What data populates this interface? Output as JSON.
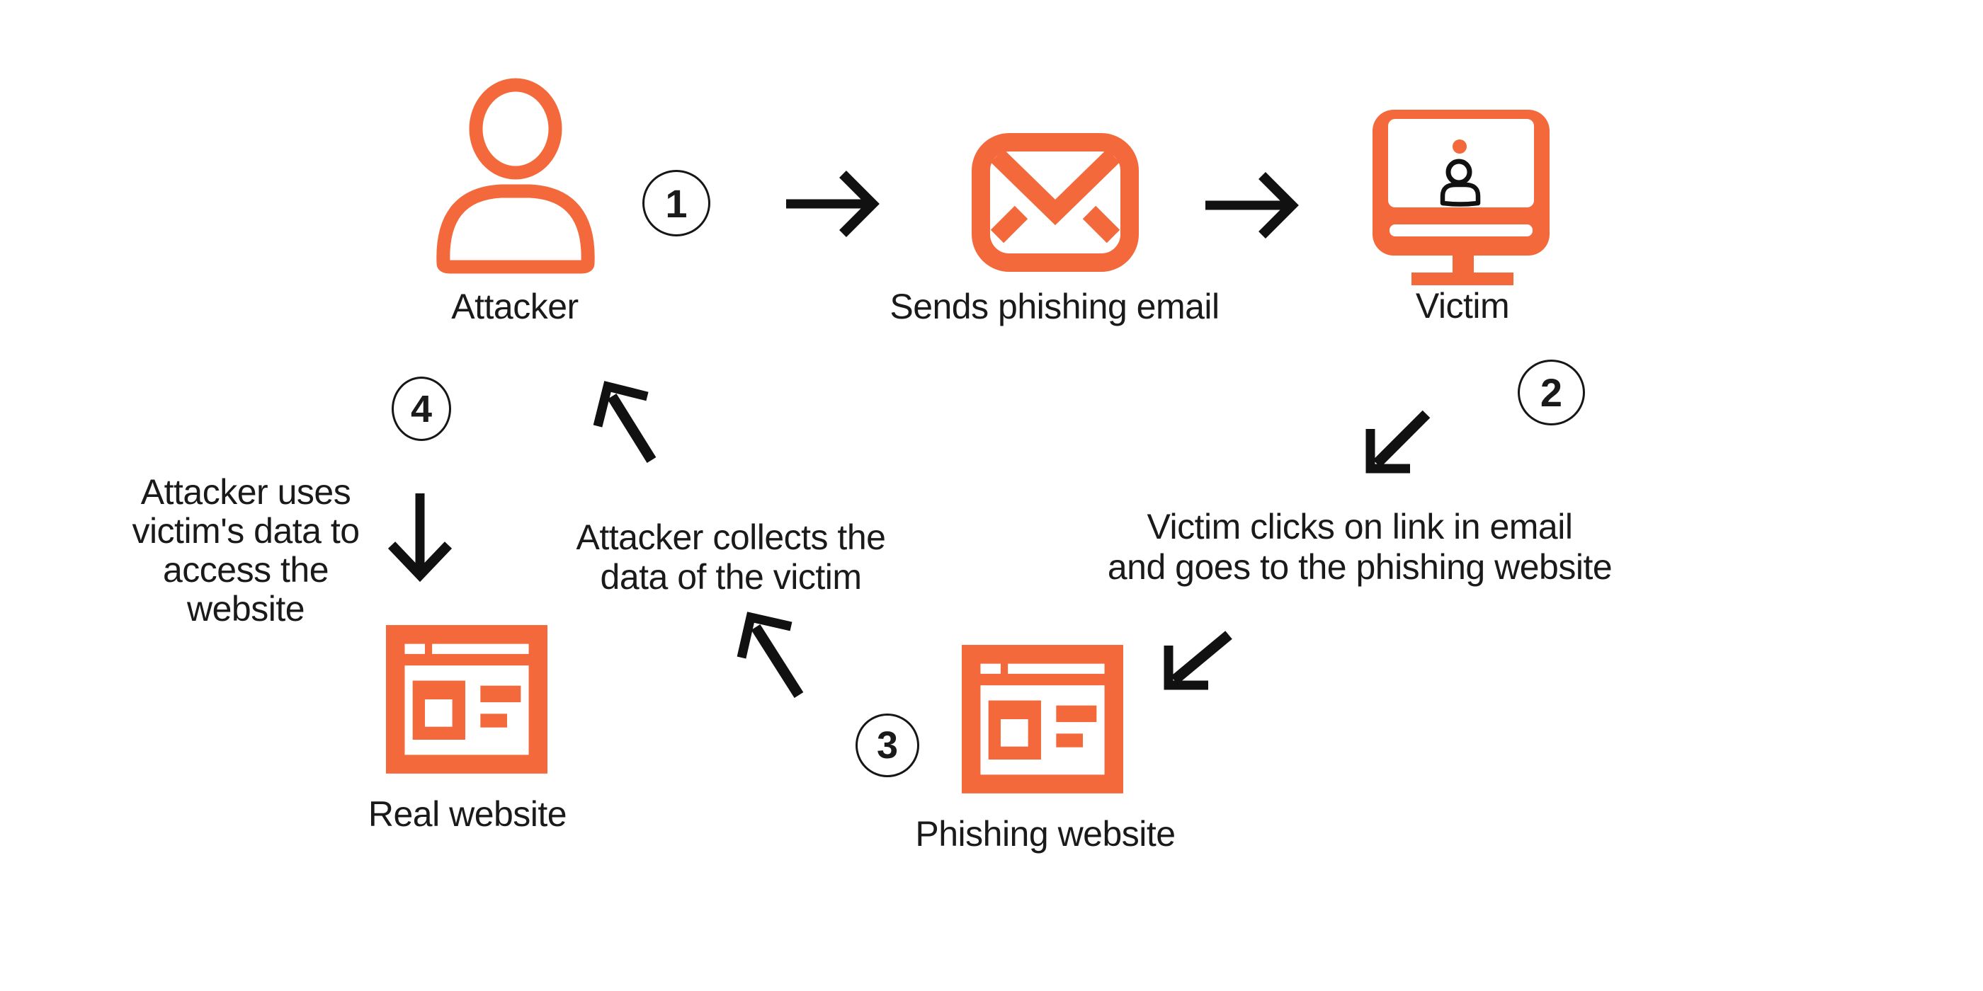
{
  "colors": {
    "accent": "#F4693B",
    "ink": "#1A1A1A",
    "arrow": "#111111"
  },
  "nodes": {
    "attacker": {
      "label": "Attacker",
      "icon": "person-icon"
    },
    "email": {
      "label": "Sends phishing email",
      "icon": "envelope-icon"
    },
    "victim": {
      "label": "Victim",
      "icon": "monitor-user-icon"
    },
    "phishing_site": {
      "label": "Phishing website",
      "icon": "browser-window-icon"
    },
    "real_site": {
      "label": "Real website",
      "icon": "browser-window-icon"
    }
  },
  "steps": [
    {
      "number": "1"
    },
    {
      "number": "2"
    },
    {
      "number": "3"
    },
    {
      "number": "4"
    }
  ],
  "captions": {
    "step2_line1": "Victim clicks on link in email",
    "step2_line2": "and goes to the phishing website",
    "step3_line1": "Attacker collects the",
    "step3_line2": "data of the victim",
    "step4_line1": "Attacker uses",
    "step4_line2": "victim's data to",
    "step4_line3": "access the",
    "step4_line4": "website"
  }
}
